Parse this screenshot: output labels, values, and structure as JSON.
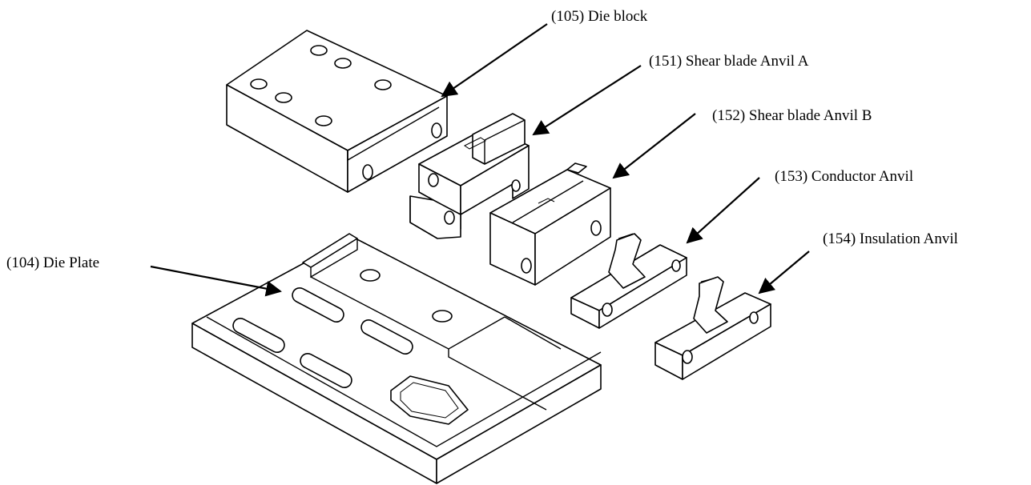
{
  "diagram": {
    "labels": {
      "die_block": "(105) Die block",
      "anvil_a": "(151) Shear blade Anvil A",
      "anvil_b": "(152) Shear blade Anvil B",
      "conductor_anvil": "(153) Conductor Anvil",
      "insulation_anvil": "(154) Insulation Anvil",
      "die_plate": "(104) Die Plate"
    },
    "colors": {
      "line": "#000000",
      "fill": "#ffffff"
    }
  }
}
